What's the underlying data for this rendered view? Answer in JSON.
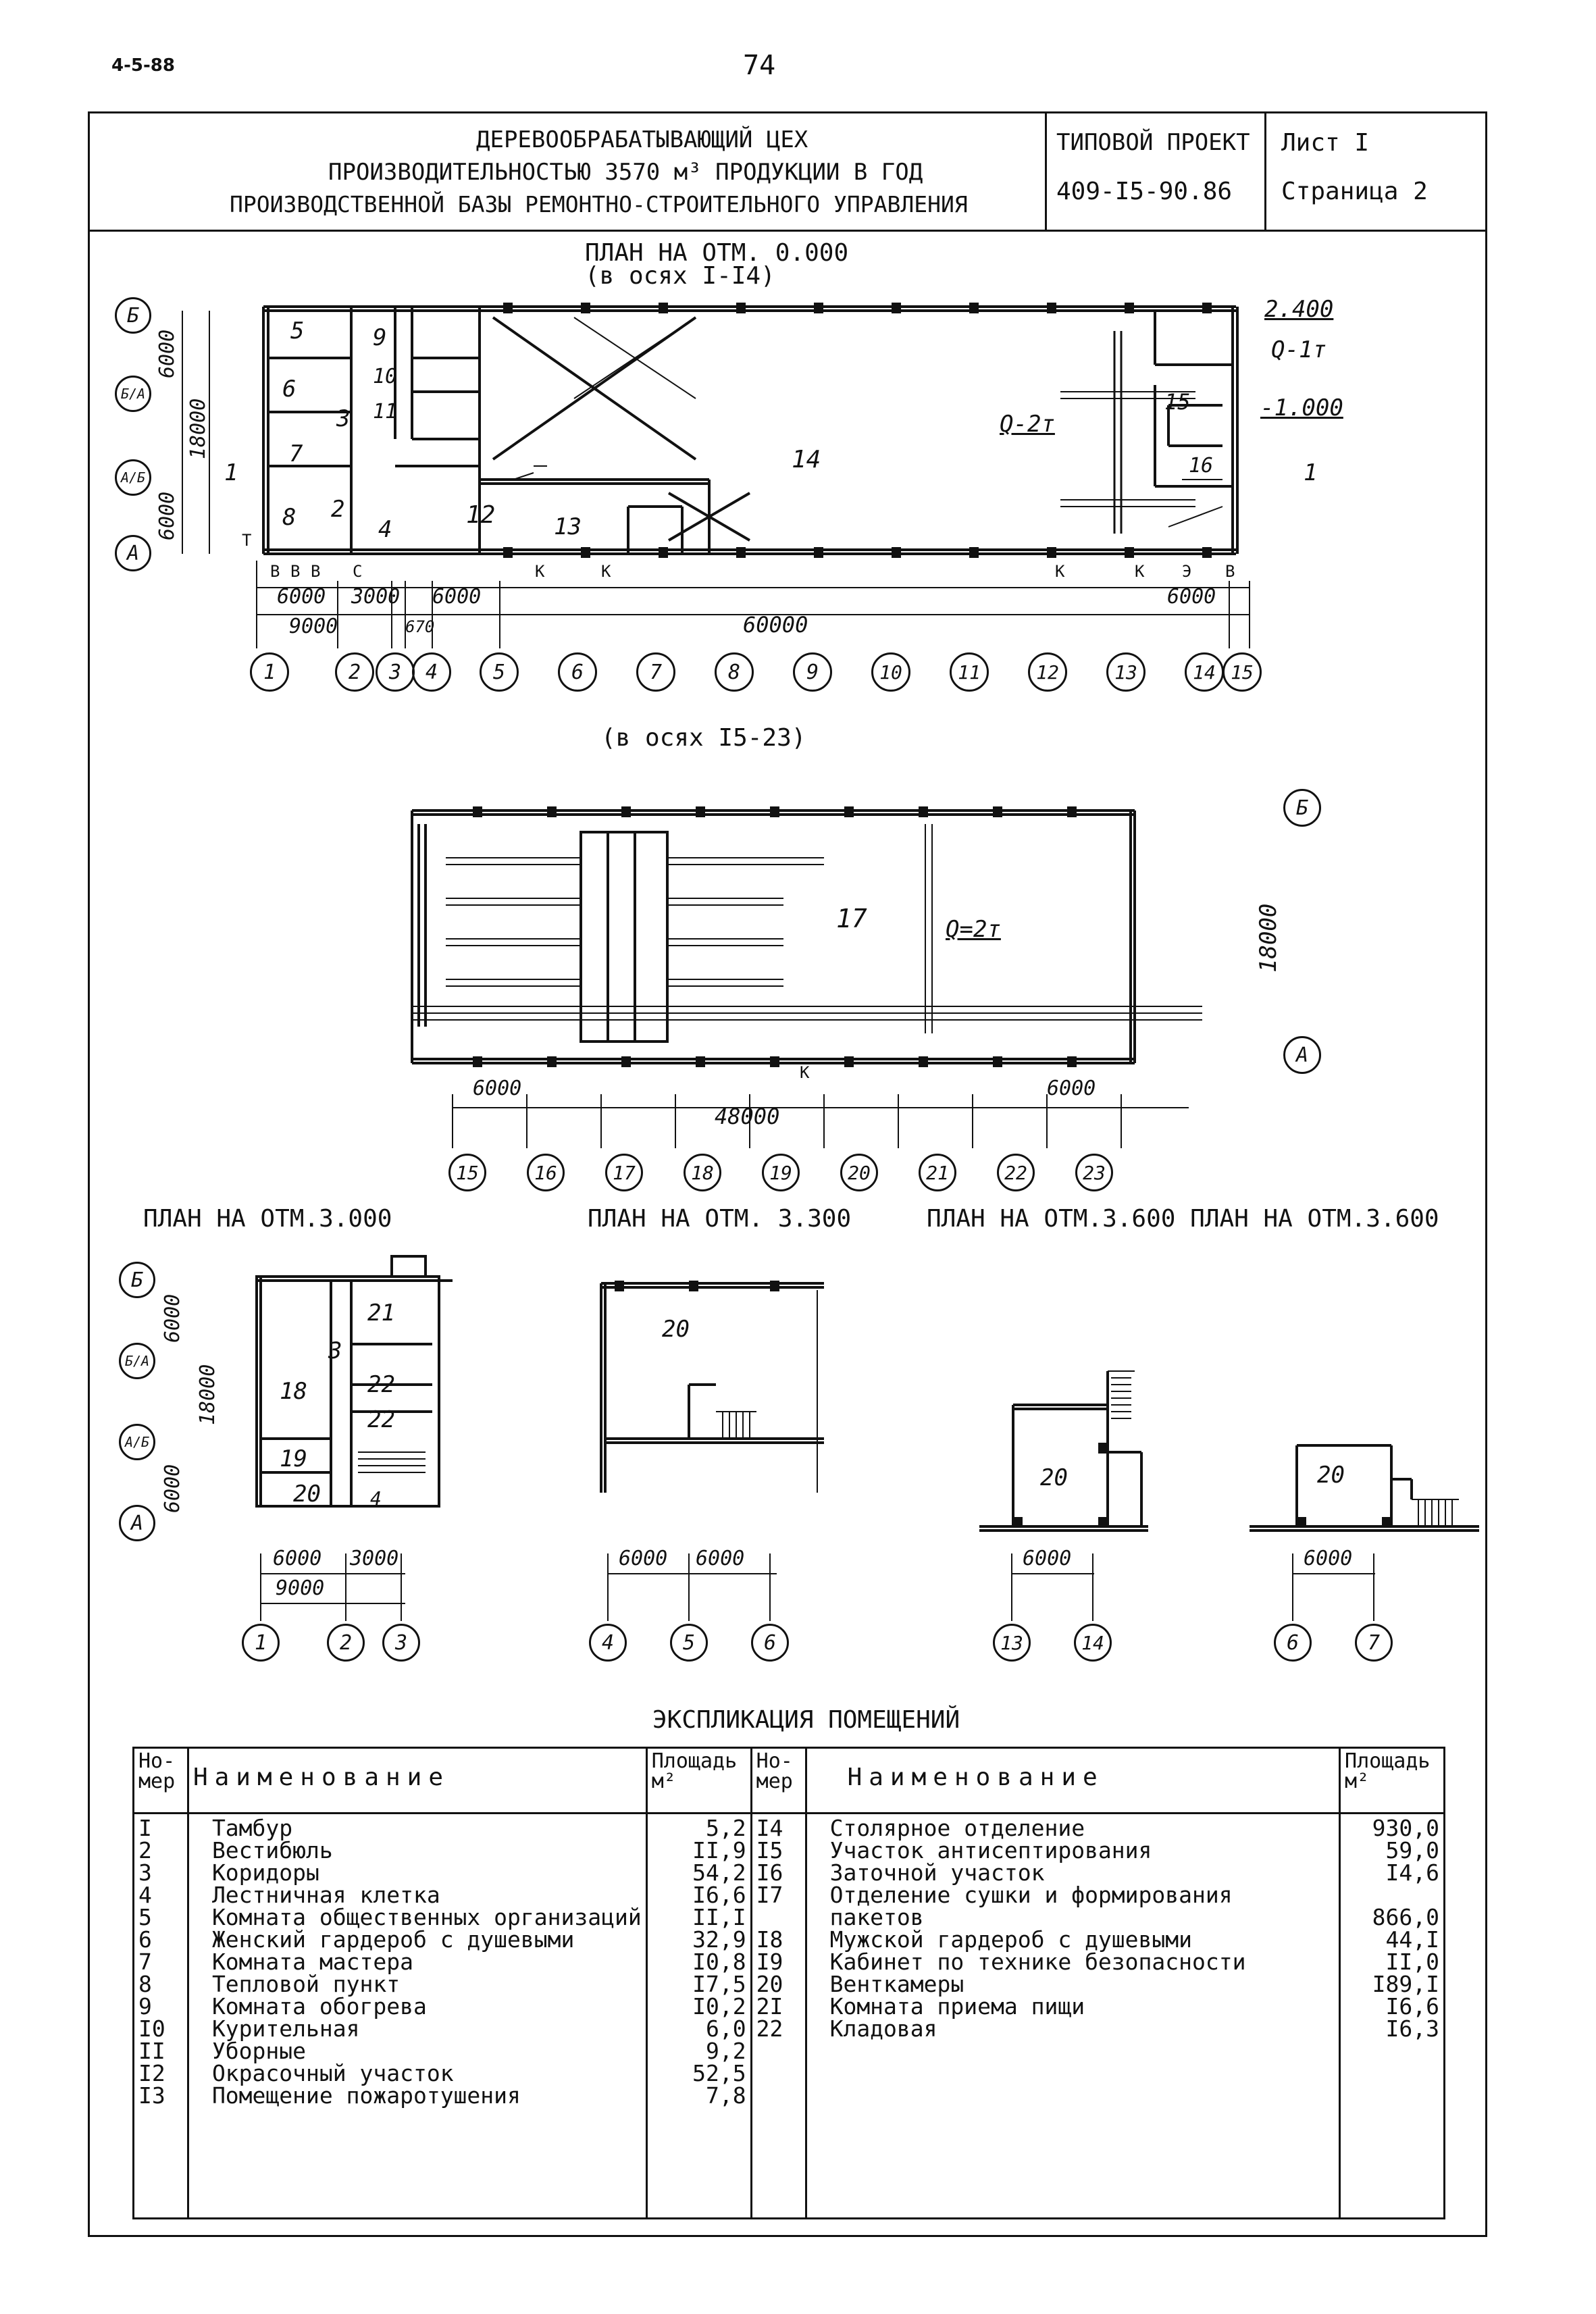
{
  "page": {
    "sheet_code": "4-5-88",
    "page_number": "74"
  },
  "header": {
    "title_lines": [
      "ДЕРЕВООБРАБАТЫВАЮЩИЙ ЦЕХ",
      "ПРОИЗВОДИТЕЛЬНОСТЬЮ 3570 м³ ПРОДУКЦИИ В ГОД",
      "ПРОИЗВОДСТВЕННОЙ БАЗЫ РЕМОНТНО-СТРОИТЕЛЬНОГО УПРАВЛЕНИЯ"
    ],
    "project_label": "ТИПОВОЙ ПРОЕКТ",
    "project_number": "409-I5-90.86",
    "sheet_label": "Лист I",
    "page_label": "Страница 2"
  },
  "plan_main": {
    "title": "ПЛАН НА ОТМ. 0.000",
    "subtitle": "(в осях I-I4)",
    "rooms": [
      "5",
      "9",
      "6",
      "10",
      "3",
      "11",
      "7",
      "2",
      "8",
      "4",
      "12",
      "13",
      "14",
      "15",
      "16"
    ],
    "crane_1": "Q-1т",
    "crane_2": "Q-2т",
    "level_1": "2.400",
    "level_2": "-1.000",
    "section_mark": "1",
    "axes_rows": [
      "Б",
      "Б/А",
      "А/Б",
      "А"
    ],
    "row_dims": [
      "6000",
      "18000",
      "6000"
    ],
    "door_marks": [
      "В",
      "В",
      "В",
      "С",
      "К",
      "К",
      "К",
      "К",
      "Э",
      "В",
      "Т"
    ],
    "dims_top": [
      "6000",
      "3000",
      "6000",
      "6000"
    ],
    "dims_bottom": [
      "9000",
      "670",
      "60000"
    ],
    "axes_cols": [
      "1",
      "2",
      "3",
      "4",
      "5",
      "6",
      "7",
      "8",
      "9",
      "10",
      "11",
      "12",
      "13",
      "14",
      "15"
    ]
  },
  "plan_second": {
    "subtitle": "(в осях I5-23)",
    "room": "17",
    "crane": "Q=2т",
    "row_dim": "18000",
    "axes_rows": [
      "Б",
      "А"
    ],
    "door_mark": "К",
    "dims": [
      "6000",
      "48000",
      "6000"
    ],
    "axes_cols": [
      "15",
      "16",
      "17",
      "18",
      "19",
      "20",
      "21",
      "22",
      "23"
    ]
  },
  "plans_upper": {
    "titles": [
      "ПЛАН НА ОТМ.3.000",
      "ПЛАН НА ОТМ. 3.300",
      "ПЛАН НА ОТМ.3.600 ПЛАН НА ОТМ.3.600"
    ],
    "p1": {
      "rooms": [
        "21",
        "3",
        "22",
        "18",
        "22",
        "19",
        "20",
        "4"
      ],
      "axes_rows": [
        "Б",
        "Б/А",
        "А/Б",
        "А"
      ],
      "row_dims": [
        "6000",
        "18000",
        "6000"
      ],
      "dims": [
        "6000",
        "3000",
        "9000"
      ],
      "axes_cols": [
        "1",
        "2",
        "3"
      ]
    },
    "p2": {
      "room": "20",
      "dims": [
        "6000",
        "6000"
      ],
      "axes_cols": [
        "4",
        "5",
        "6"
      ]
    },
    "p3": {
      "room": "20",
      "dims": [
        "6000"
      ],
      "axes_cols": [
        "13",
        "14"
      ]
    },
    "p4": {
      "room": "20",
      "dims": [
        "6000"
      ],
      "axes_cols": [
        "6",
        "7"
      ]
    }
  },
  "explication": {
    "title": "ЭКСПЛИКАЦИЯ ПОМЕЩЕНИЙ",
    "col_num": "Но-\nмер",
    "col_name": "Наименование",
    "col_area": "Площадь\nм²",
    "left": [
      {
        "num": "I",
        "name": "Тамбур",
        "area": "5,2"
      },
      {
        "num": "2",
        "name": "Вестибюль",
        "area": "II,9"
      },
      {
        "num": "3",
        "name": "Коридоры",
        "area": "54,2"
      },
      {
        "num": "4",
        "name": "Лестничная клетка",
        "area": "I6,6"
      },
      {
        "num": "5",
        "name": "Комната общественных организаций",
        "area": "II,I"
      },
      {
        "num": "6",
        "name": "Женский гардероб с душевыми",
        "area": "32,9"
      },
      {
        "num": "7",
        "name": "Комната мастера",
        "area": "I0,8"
      },
      {
        "num": "8",
        "name": "Тепловой пункт",
        "area": "I7,5"
      },
      {
        "num": "9",
        "name": "Комната обогрева",
        "area": "I0,2"
      },
      {
        "num": "I0",
        "name": "Курительная",
        "area": "6,0"
      },
      {
        "num": "II",
        "name": "Уборные",
        "area": "9,2"
      },
      {
        "num": "I2",
        "name": "Окрасочный участок",
        "area": "52,5"
      },
      {
        "num": "I3",
        "name": "Помещение пожаротушения",
        "area": "7,8"
      }
    ],
    "right": [
      {
        "num": "I4",
        "name": "Столярное отделение",
        "area": "930,0"
      },
      {
        "num": "I5",
        "name": "Участок антисептирования",
        "area": "59,0"
      },
      {
        "num": "I6",
        "name": "Заточной участок",
        "area": "I4,6"
      },
      {
        "num": "I7",
        "name": "Отделение сушки и формирования",
        "area": ""
      },
      {
        "num": "",
        "name": "пакетов",
        "area": "866,0"
      },
      {
        "num": "I8",
        "name": "Мужской гардероб с душевыми",
        "area": "44,I"
      },
      {
        "num": "I9",
        "name": "Кабинет по технике безопасности",
        "area": "II,0"
      },
      {
        "num": "20",
        "name": "Венткамеры",
        "area": "I89,I"
      },
      {
        "num": "2I",
        "name": "Комната приема пищи",
        "area": "I6,6"
      },
      {
        "num": "22",
        "name": "Кладовая",
        "area": "I6,3"
      }
    ]
  }
}
